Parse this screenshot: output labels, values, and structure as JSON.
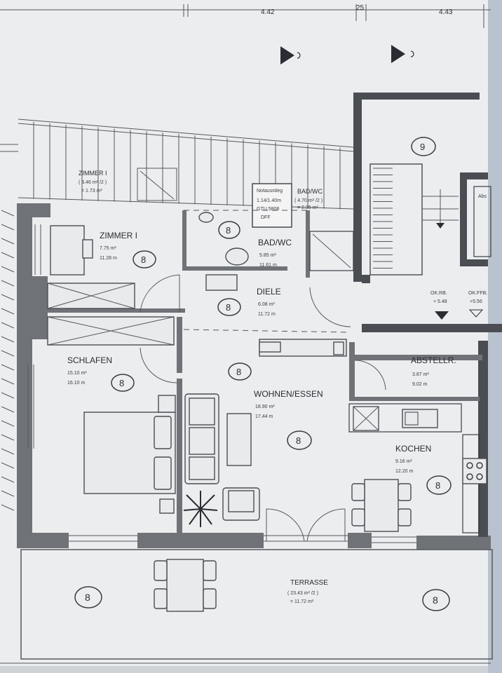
{
  "dimensions": {
    "left": "4.42",
    "middle": "25",
    "right": "4.43"
  },
  "rooms": {
    "zimmer_upper": {
      "name": "ZIMMER I",
      "area": "( 3.46 m² /2 )",
      "area2": "= 1.73 m²"
    },
    "bad_upper": {
      "name": "BAD/WC",
      "area": "( 4.70 m² /2 )",
      "area2": "= 2.35 m²"
    },
    "zimmer": {
      "name": "ZIMMER I",
      "area": "7.75 m²",
      "area2": "11.28 m"
    },
    "bad": {
      "name": "BAD/WC",
      "area": "5.85 m²",
      "area2": "11.61 m"
    },
    "diele": {
      "name": "DIELE",
      "area": "6.08 m²",
      "area2": "11.72 m"
    },
    "schlafen": {
      "name": "SCHLAFEN",
      "area": "15.10 m²",
      "area2": "16.10 m"
    },
    "wohnen": {
      "name": "WOHNEN/ESSEN",
      "area": "18.90 m²",
      "area2": "17.44 m"
    },
    "abstellr": {
      "name": "ABSTELLR.",
      "area": "3.87 m²",
      "area2": "9.02 m"
    },
    "kochen": {
      "name": "KOCHEN",
      "area": "9.16 m²",
      "area2": "12.20 m"
    },
    "terrasse": {
      "name": "TERRASSE",
      "area": "( 23.43 m² /2 )",
      "area2": "= 11.72 m²"
    }
  },
  "markers": {
    "stair_no": "9",
    "room_no": "8"
  },
  "level_marks": {
    "okrb_label": "OK.RB.",
    "okrb_value": "+ 5.48",
    "okffb_label": "OK.FFB.",
    "okffb_value": "+5.56"
  },
  "note_box": {
    "line1": "Notausstieg",
    "line2": "1.14/1.40m",
    "line3": "GTU 5808",
    "line4": "DFF"
  },
  "right_edge_text": "Abs",
  "colors": {
    "paper": "#ecedef",
    "wall": "#6f7276",
    "ink": "#2a2d31",
    "background": "#cfd3d8"
  }
}
